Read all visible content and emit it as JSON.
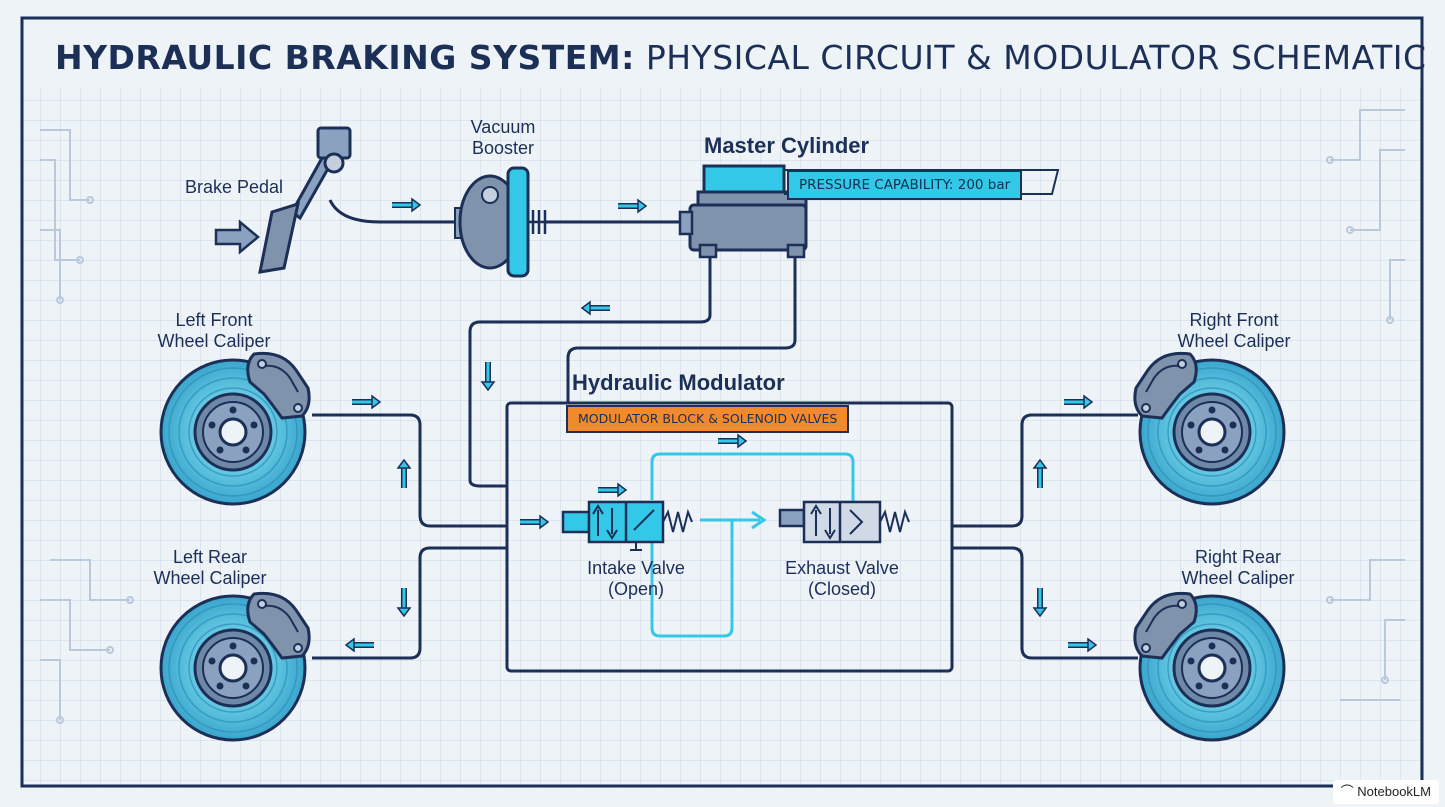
{
  "title": {
    "bold": "HYDRAULIC BRAKING SYSTEM:",
    "rest": "PHYSICAL CIRCUIT & MODULATOR SCHEMATIC"
  },
  "components": {
    "brake_pedal": "Brake Pedal",
    "vacuum_booster_line1": "Vacuum",
    "vacuum_booster_line2": "Booster",
    "master_cylinder": "Master Cylinder",
    "pressure_badge": "PRESSURE CAPABILITY: 200 bar",
    "hydraulic_modulator": "Hydraulic Modulator",
    "modulator_badge": "MODULATOR BLOCK & SOLENOID VALVES",
    "intake_valve": "Intake Valve",
    "intake_state": "(Open)",
    "exhaust_valve": "Exhaust Valve",
    "exhaust_state": "(Closed)"
  },
  "calipers": {
    "left_front_line1": "Left Front",
    "left_front_line2": "Wheel Caliper",
    "left_rear_line1": "Left Rear",
    "left_rear_line2": "Wheel Caliper",
    "right_front_line1": "Right Front",
    "right_front_line2": "Wheel Caliper",
    "right_rear_line1": "Right Rear",
    "right_rear_line2": "Wheel Caliper"
  },
  "brand": {
    "logo_text": "NotebookLM"
  },
  "colors": {
    "ink": "#1c2f57",
    "accent_cyan": "#33c8e8",
    "accent_orange": "#f08a2c",
    "background": "#eef3f8",
    "grid": "#cbd7e6"
  }
}
